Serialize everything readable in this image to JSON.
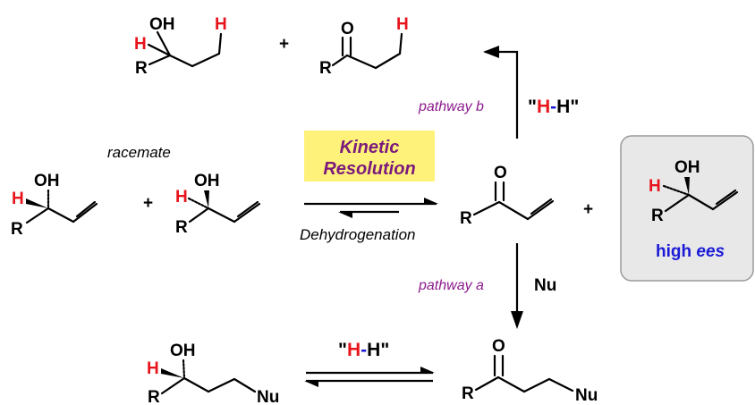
{
  "labels": {
    "racemate": "racemate",
    "kinetic_line1": "Kinetic",
    "kinetic_line2": "Resolution",
    "dehydrogenation": "Dehydrogenation",
    "pathway_a": "pathway a",
    "pathway_b": "pathway b",
    "nu_reagent": "Nu",
    "high_ees_main": "high ",
    "high_ees_italic": "ees",
    "plus": "+"
  },
  "hh_top": {
    "quote_open": "\"",
    "h1": "H",
    "dash": "-",
    "h2": "H",
    "quote_close": "\""
  },
  "hh_bottom": {
    "quote_open": "\"",
    "h1": "H",
    "dash": "-",
    "h2": "H",
    "quote_close": "\""
  },
  "atoms": {
    "O": "O",
    "OH": "OH",
    "H": "H",
    "R": "R",
    "Nu": "Nu"
  },
  "colors": {
    "hydrogen_red": "#e8141c",
    "dash_blue": "#1a1ad6",
    "pathway_purple": "#8a1a8c",
    "kinetic_purple": "#7a1a7c",
    "highlight_yellow": "#fff27a",
    "box_gray": "#e8e8e8",
    "box_border": "#9a9a9a",
    "ees_blue": "#1a1ad6"
  }
}
